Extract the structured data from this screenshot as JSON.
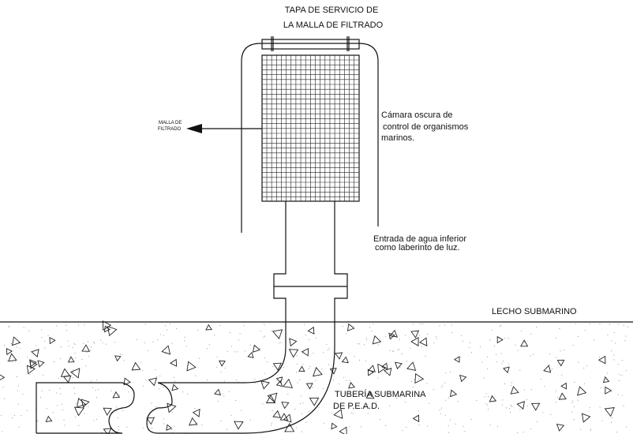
{
  "labels": {
    "service_cap_line1": "TAPA DE SERVICIO DE",
    "service_cap_line2": "LA MALLA DE FILTRADO",
    "mesh_line1": "MALLA DE",
    "mesh_line2": "FILTRADO",
    "dark_chamber_line1": "Cámara oscura de",
    "dark_chamber_line2": "control de organismos",
    "dark_chamber_line3": "marinos.",
    "water_inlet_line1": "Entrada de agua inferior",
    "water_inlet_line2": "como laberinto de luz.",
    "seabed": "LECHO SUBMARINO",
    "pipe_line1": "TUBERÍA SUBMARINA",
    "pipe_line2": "DE P.E.A.D."
  }
}
